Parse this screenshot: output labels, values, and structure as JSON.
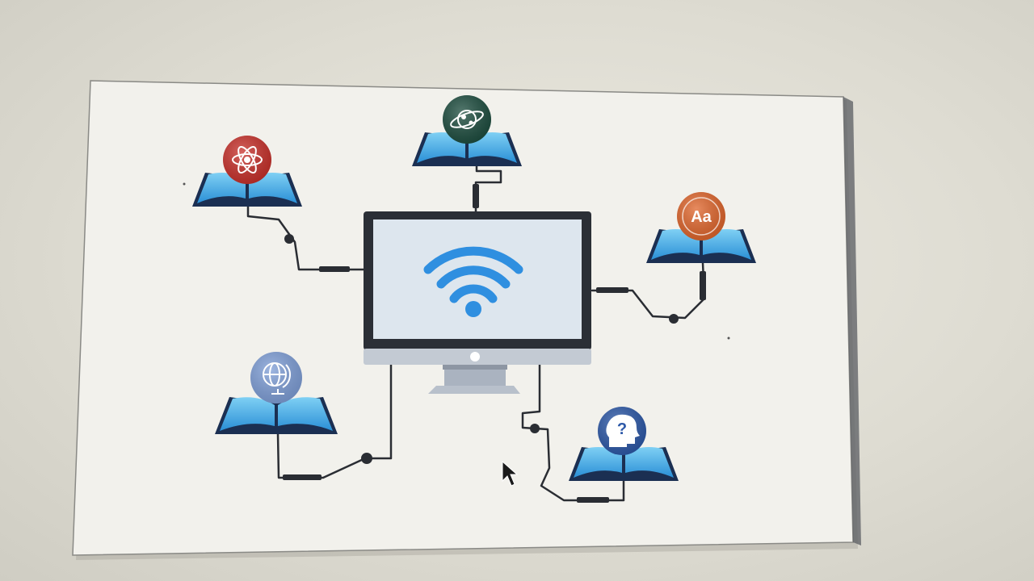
{
  "diagram": {
    "hub": {
      "name": "computer-monitor",
      "icon": "wifi-icon",
      "colors": {
        "frame": "#2b2f36",
        "screen": "#dde6ee",
        "wifi": "#2f8fe0",
        "stand": "#aab3c0"
      }
    },
    "nodes": [
      {
        "name": "science",
        "icon": "atom-icon",
        "badge_color": "#c8302a",
        "label": ""
      },
      {
        "name": "astronomy",
        "icon": "planet-icon",
        "badge_color": "#1d4d3f",
        "label": ""
      },
      {
        "name": "language",
        "icon": "letters-icon",
        "badge_color": "#e0652b",
        "label": "Aa"
      },
      {
        "name": "geography",
        "icon": "globe-icon",
        "badge_color": "#7f9fd8",
        "label": ""
      },
      {
        "name": "psychology",
        "icon": "head-question-icon",
        "badge_color": "#2c58a8",
        "label": "?"
      }
    ],
    "book_colors": {
      "cover": "#1b2f52",
      "pages": "#3aa7e3",
      "shine": "#8fd4f5"
    },
    "wire_color": "#2a2d33",
    "cursor": "mouse-pointer-icon"
  }
}
